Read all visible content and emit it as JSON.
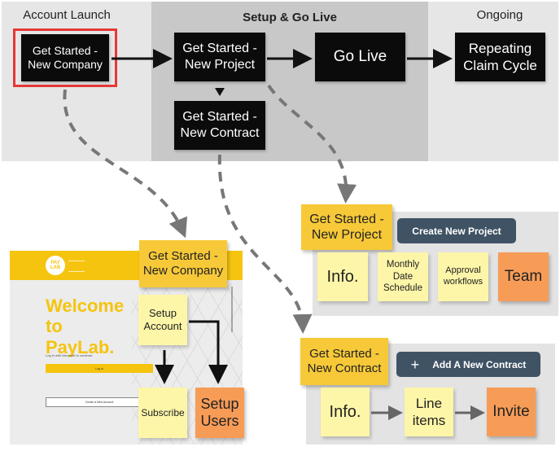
{
  "bands": {
    "account_launch": "Account Launch",
    "setup_go_live": "Setup & Go Live",
    "ongoing": "Ongoing"
  },
  "flow": {
    "new_company": "Get Started - New Company",
    "new_project": "Get Started - New Project",
    "go_live": "Go Live",
    "claim_cycle": "Repeating Claim Cycle",
    "new_contract": "Get Started - New Contract"
  },
  "company_detail": {
    "sticky_title": "Get Started - New Company",
    "setup_account": "Setup Account",
    "subscribe": "Subscribe",
    "setup_users": "Setup Users",
    "login_screenshot": {
      "logo": "PAY LAB",
      "welcome": "Welcome to PayLab.",
      "login_prompt": "Log in with Microsoft to continue.",
      "login_button": "Log In",
      "create_account_button": "Create A New Account"
    }
  },
  "project_detail": {
    "sticky_title": "Get Started - New Project",
    "button": "Create New Project",
    "info": "Info.",
    "schedule": "Monthly Date Schedule",
    "approval": "Approval workflows",
    "team": "Team"
  },
  "contract_detail": {
    "sticky_title": "Get Started - New Contract",
    "button_icon": "plus-icon",
    "button": "Add A New Contract",
    "info": "Info.",
    "line_items": "Line items",
    "invite": "Invite"
  },
  "colors": {
    "highlight": "#e53935",
    "sticky_yellow": "#f7c938",
    "sticky_light": "#fdf6a8",
    "sticky_orange": "#f79c57",
    "block_black": "#0b0b0b",
    "button_slate": "#3f5365"
  }
}
